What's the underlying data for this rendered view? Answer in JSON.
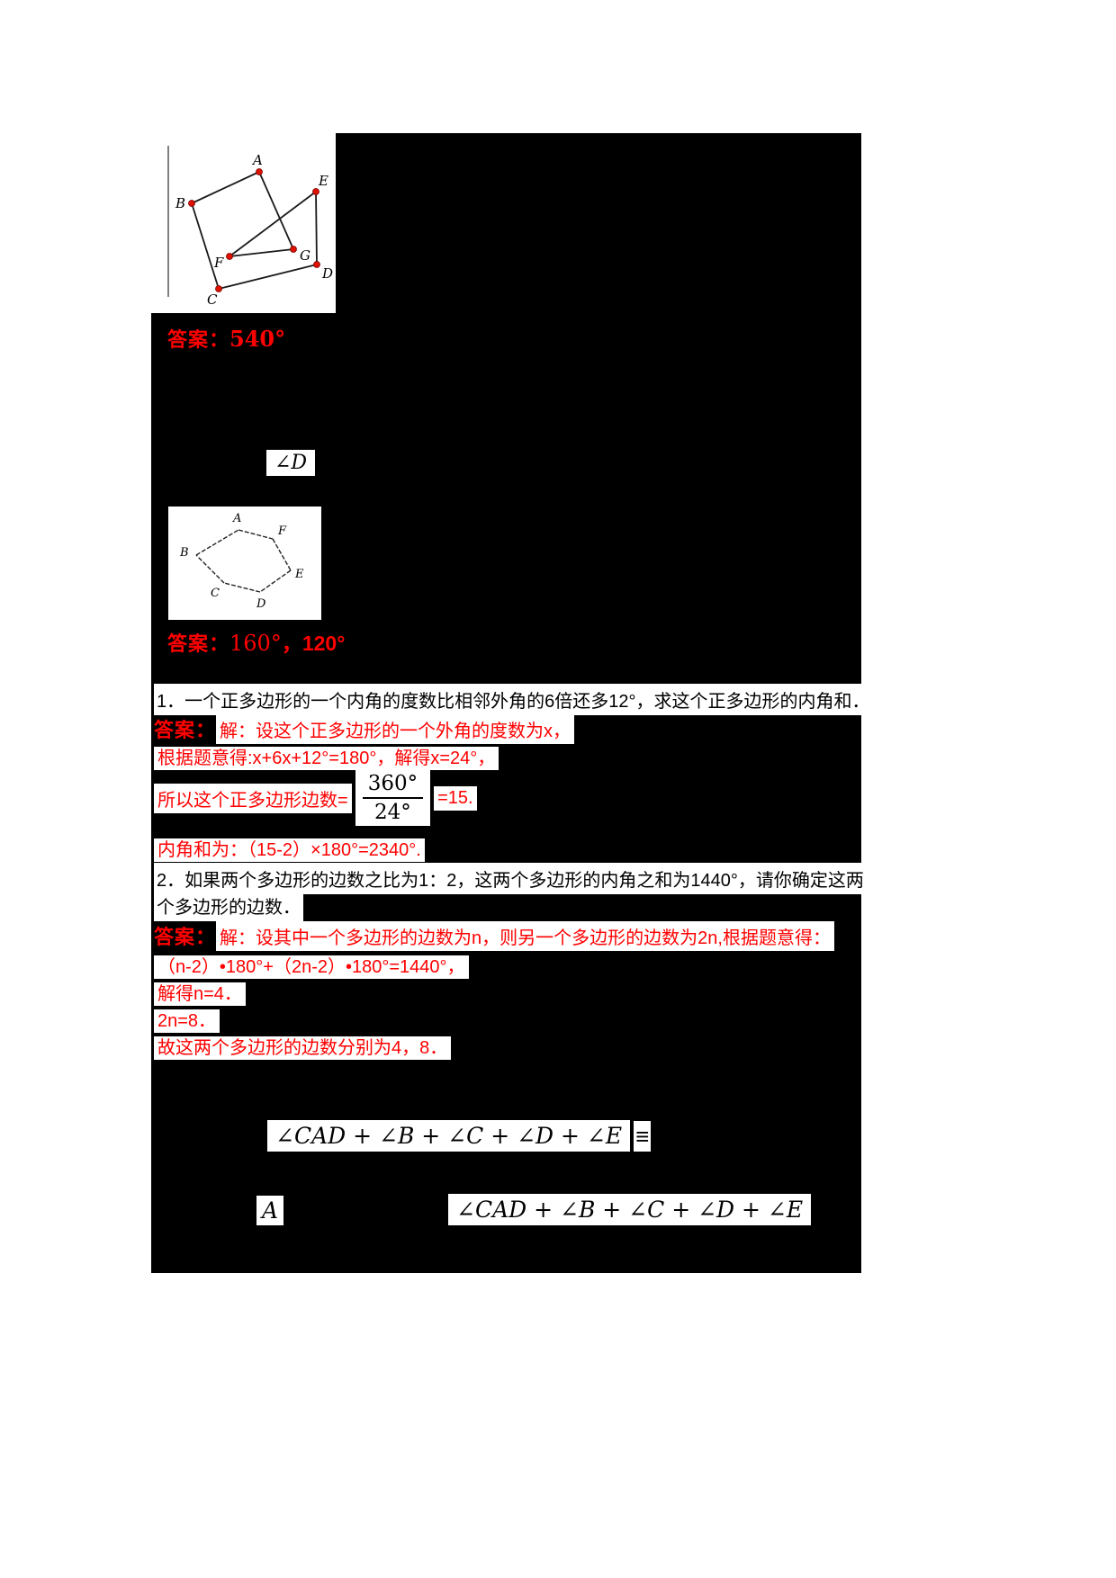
{
  "colors": {
    "answer_red": "#ff0000",
    "text_black": "#000000",
    "highlight_bg": "#ffffff",
    "panel_bg": "#000000",
    "vertex_dot": "#dd1100"
  },
  "figure1": {
    "labels": [
      "A",
      "B",
      "C",
      "D",
      "E",
      "F",
      "G"
    ]
  },
  "figure2": {
    "labels": [
      "A",
      "B",
      "C",
      "D",
      "E",
      "F"
    ]
  },
  "answer540": {
    "label": "答案：",
    "value": "540°"
  },
  "angle_d": {
    "expression": "∠D"
  },
  "answer160": {
    "label": "答案：",
    "value_serif": "160°",
    "value_bold": "，120°"
  },
  "problem1": {
    "text": "1．一个正多边形的一个内角的度数比相邻外角的6倍还多12°，求这个正多边形的内角和．"
  },
  "solution1": {
    "label": "答案：",
    "line1": "解：设这个正多边形的一个外角的度数为x，",
    "line2": "根据题意得:x+6x+12°=180°，解得x=24°，",
    "line3_prefix": "所以这个正多边形边数=",
    "fraction_numerator": "360°",
    "fraction_denominator": "24°",
    "line3_suffix": "=15.",
    "line4": "内角和为：（15-2）×180°=2340°."
  },
  "problem2": {
    "line1": "2．如果两个多边形的边数之比为1：2，这两个多边形的内角之和为1440°，请你确定这两",
    "line2": "个多边形的边数．"
  },
  "solution2": {
    "label": "答案：",
    "line1": "解：设其中一个多边形的边数为n，则另一个多边形的边数为2n,根据题意得：",
    "line2": "（n-2）•180°+（2n-2）•180°=1440°，",
    "line3": "解得n=4．",
    "line4": "2n=8．",
    "line5": "故这两个多边形的边数分别为4，8．"
  },
  "math_row1": {
    "expression": "∠CAD + ∠B + ∠C + ∠D + ∠E",
    "symbol": "≡"
  },
  "math_row2": {
    "label": "A",
    "expression": "∠CAD + ∠B + ∠C + ∠D + ∠E"
  }
}
